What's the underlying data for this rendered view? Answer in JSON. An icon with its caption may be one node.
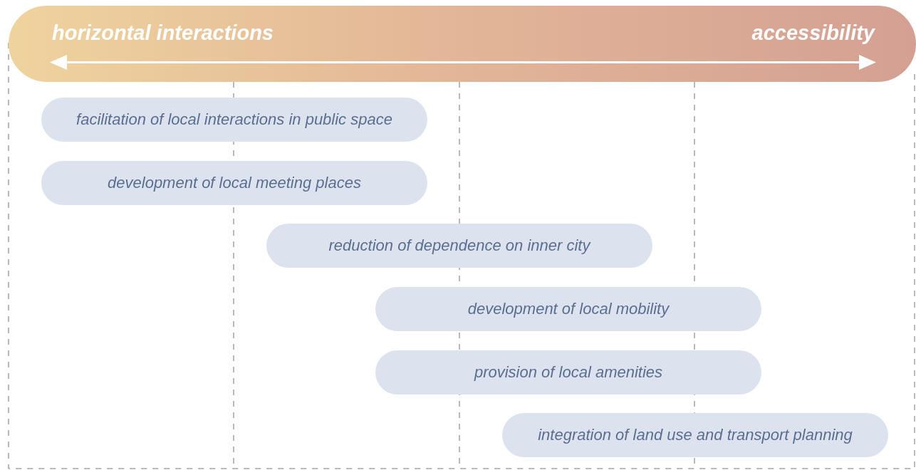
{
  "diagram": {
    "nodes": [
      {
        "text": [
          "horizontal interactions",
          "accessibility"
        ]
      },
      {
        "text": [
          "facilitation of local interactions in public space"
        ]
      },
      {
        "text": [
          "development of local meeting places"
        ]
      },
      {
        "text": [
          "reduction of dependence on inner city"
        ]
      },
      {
        "text": [
          "development of local mobility"
        ]
      },
      {
        "text": [
          "provision of local amenities"
        ]
      },
      {
        "text": [
          "integration of land use and transport planning"
        ]
      }
    ]
  }
}
